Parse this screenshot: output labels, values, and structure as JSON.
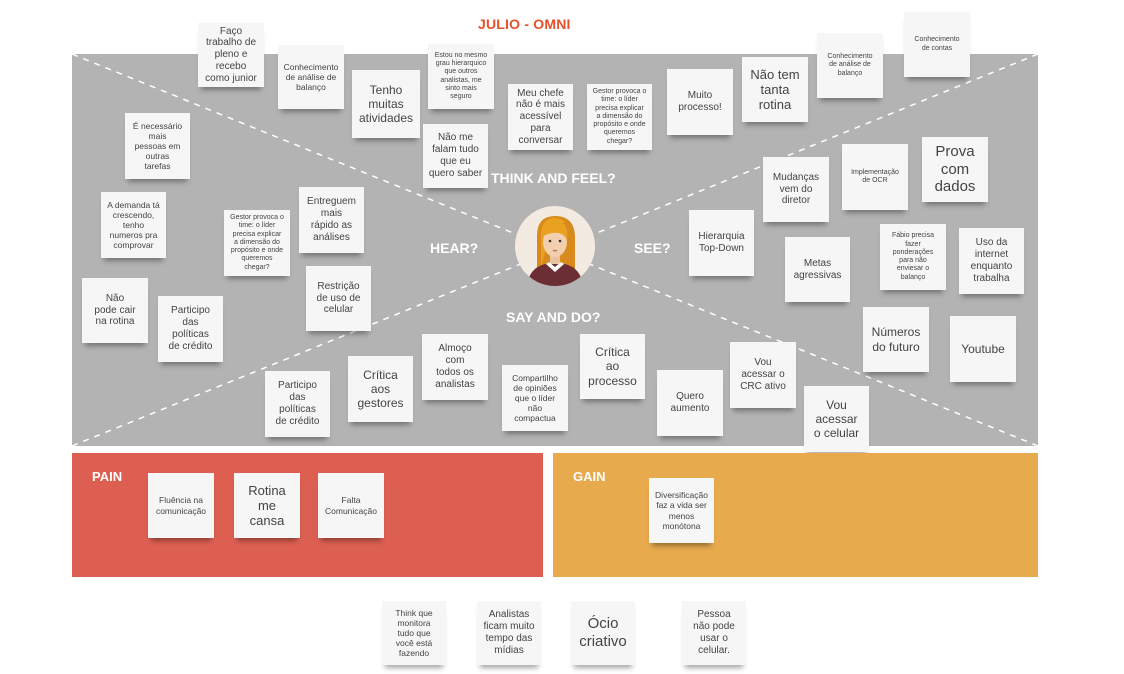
{
  "title": "JULIO - OMNI",
  "quadrants": {
    "think_and_feel": "THINK AND FEEL?",
    "hear": "HEAR?",
    "see": "SEE?",
    "say_and_do": "SAY AND DO?"
  },
  "zones": {
    "pain": "PAIN",
    "gain": "GAIN"
  },
  "colors": {
    "title": "#e8502c",
    "board": "#b3b3b3",
    "pain": "#dd5f52",
    "gain": "#e7ab4e",
    "note": "#f6f6f6"
  },
  "notes": {
    "n01": "Faço\ntrabalho de\npleno e\nrecebo\ncomo junior",
    "n02": "Conhecimento\nde análise de\nbalanço",
    "n03": "Tenho\nmuitas\natividades",
    "n04": "Estou no mesmo\ngrau hierarquico\nque outros\nanalistas, me\nsinto mais\nseguro",
    "n05": "Não me\nfalam tudo\nque eu\nquero saber",
    "n06": "Meu chefe\nnão é mais\nacessível\npara\nconversar",
    "n07": "Gestor provoca o\ntime: o líder\nprecisa explicar\na dimensão do\npropósito e onde\nqueremos\nchegar?",
    "n08": "Muito\nprocesso!",
    "n09": "Não tem\ntanta\nrotina",
    "n10": "Conhecimento\nde análise de\nbalanço",
    "n11": "Conhecimento\nde contas",
    "n12": "É necessário\nmais\npessoas em\noutras\ntarefas",
    "n13": "A demanda tá\ncrescendo,\ntenho\nnumeros pra\ncomprovar",
    "n14": "Gestor provoca o\ntime: o líder\nprecisa explicar\na dimensão do\npropósito e onde\nqueremos\nchegar?",
    "n15": "Entreguem\nmais\nrápido as\nanálises",
    "n16": "Restrição\nde uso de\ncelular",
    "n17": "Não\npode cair\nna rotina",
    "n18": "Participo\ndas\npolíticas\nde crédito",
    "n19": "Participo\ndas\npolíticas\nde crédito",
    "n20": "Crítica\naos\ngestores",
    "n21": "Almoço\ncom\ntodos os\nanalistas",
    "n22": "Compartilho\nde opiniões\nque o líder\nnão\ncompactua",
    "n23": "Crítica\nao\nprocesso",
    "n24": "Quero\naumento",
    "n25": "Vou\nacessar o\nCRC ativo",
    "n26": "Vou\nacessar\no celular",
    "n27": "Mudanças\nvem do\ndiretor",
    "n28": "Implementação\nde OCR",
    "n29": "Prova\ncom\ndados",
    "n30": "Hierarquia\nTop-Down",
    "n31": "Metas\nagressivas",
    "n32": "Fábio precisa\nfazer\nponderações\npara não\nenviesar o\nbalanço",
    "n33": "Uso da\ninternet\nenquanto\ntrabalha",
    "n34": "Números\ndo futuro",
    "n35": "Youtube",
    "p1": "Fluência na\ncomunicação",
    "p2": "Rotina\nme\ncansa",
    "p3": "Falta\nComunicação",
    "g1": "Diversificação\nfaz a vida ser\nmenos\nmonótona",
    "b1": "Think que\nmonitora\ntudo que\nvocê está\nfazendo",
    "b2": "Analistas\nficam muito\ntempo das\nmídias",
    "b3": "Ócio\ncriativo",
    "b4": "Pessoa\nnão pode\nusar o\ncelular."
  }
}
